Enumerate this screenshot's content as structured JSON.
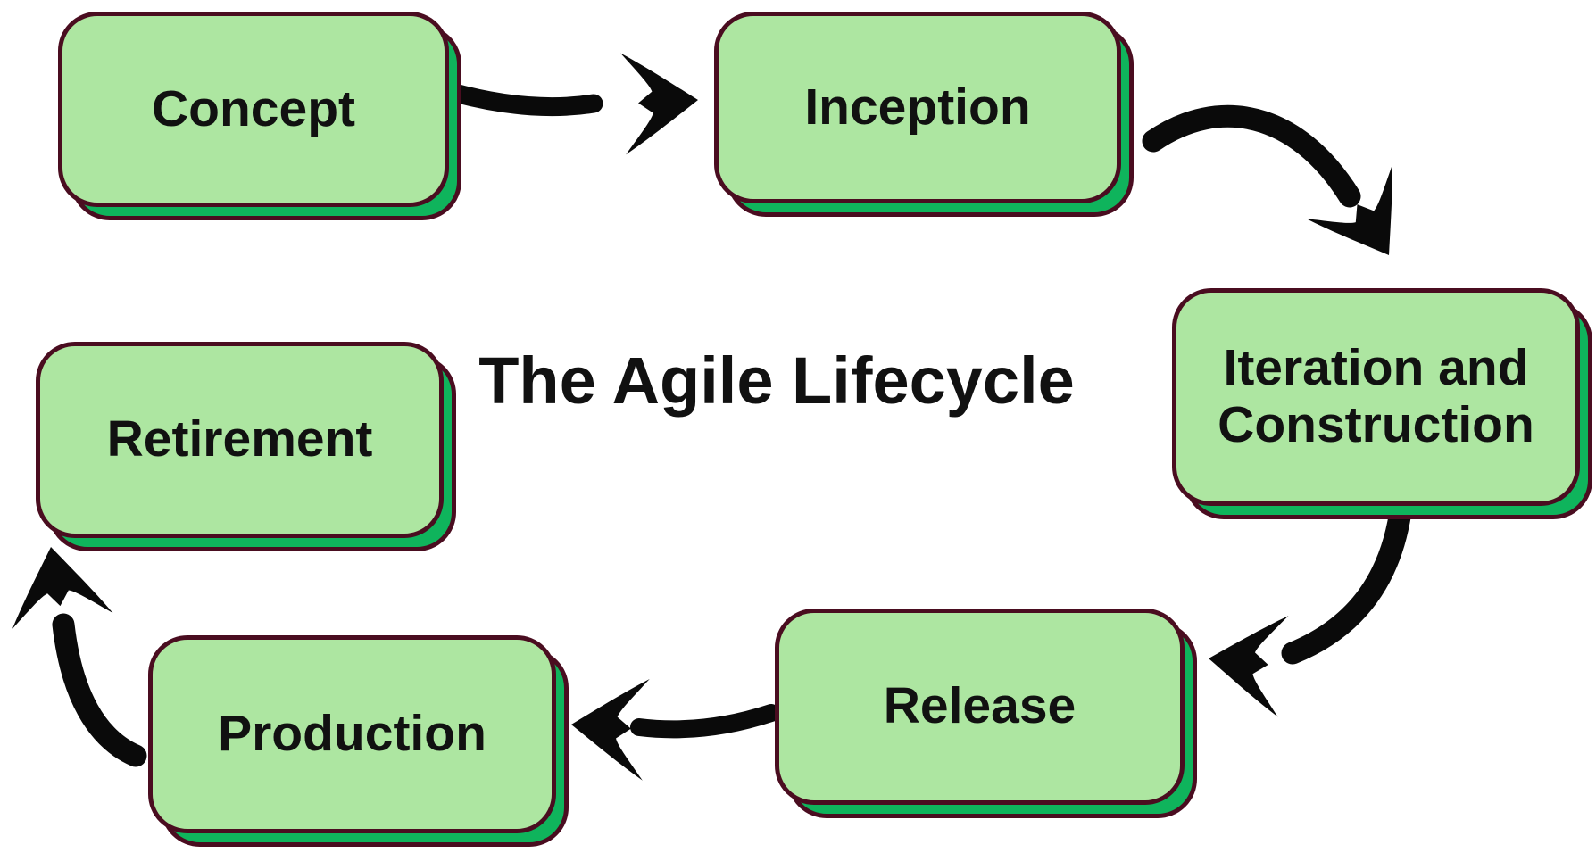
{
  "diagram": {
    "title": "The Agile Lifecycle",
    "type": "cycle-flowchart",
    "nodes": [
      {
        "id": "concept",
        "label": "Concept"
      },
      {
        "id": "inception",
        "label": "Inception"
      },
      {
        "id": "iteration",
        "label": "Iteration and Construction"
      },
      {
        "id": "release",
        "label": "Release"
      },
      {
        "id": "production",
        "label": "Production"
      },
      {
        "id": "retirement",
        "label": "Retirement"
      }
    ],
    "edges": [
      {
        "from": "concept",
        "to": "inception"
      },
      {
        "from": "inception",
        "to": "iteration"
      },
      {
        "from": "iteration",
        "to": "release"
      },
      {
        "from": "release",
        "to": "production"
      },
      {
        "from": "production",
        "to": "retirement"
      }
    ],
    "colors": {
      "background": "#ffffff",
      "node_fill": "#ade6a1",
      "node_shadow": "#0fb45c",
      "node_border": "#4a0d20",
      "arrow": "#0a0a0a",
      "text": "#111111"
    }
  }
}
